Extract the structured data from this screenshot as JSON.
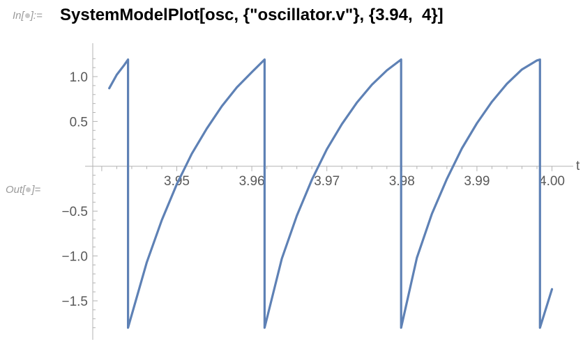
{
  "cell": {
    "in_prefix": "In[",
    "in_suffix": "]:=",
    "out_prefix": "Out[",
    "out_suffix": "]=",
    "code": "SystemModelPlot[osc, {\"oscillator.v\"}, {3.94,  4}]"
  },
  "colors": {
    "series": "#5e81b5",
    "axis": "#b3b3b3",
    "tick_text": "#595959",
    "label_gray": "#9a9a9a"
  },
  "chart_data": {
    "type": "line",
    "xlabel": "t",
    "ylabel": "",
    "xlim": [
      3.94,
      4.0
    ],
    "ylim": [
      -1.9,
      1.3
    ],
    "x_ticks": [
      3.95,
      3.96,
      3.97,
      3.98,
      3.99,
      4.0
    ],
    "x_tick_labels": [
      "3.95",
      "3.96",
      "3.97",
      "3.98",
      "3.99",
      "4.00"
    ],
    "y_ticks": [
      1.0,
      0.5,
      -0.5,
      -1.0,
      -1.5
    ],
    "y_tick_labels": [
      "1.0",
      "0.5",
      "−0.5",
      "−1.0",
      "−1.5"
    ],
    "grid": false,
    "series": [
      {
        "name": "oscillator.v",
        "x": [
          3.941,
          3.942,
          3.943,
          3.9435,
          3.9435,
          3.946,
          3.948,
          3.95,
          3.952,
          3.954,
          3.956,
          3.958,
          3.96,
          3.9617,
          3.9617,
          3.964,
          3.966,
          3.968,
          3.97,
          3.972,
          3.974,
          3.976,
          3.978,
          3.9799,
          3.9799,
          3.982,
          3.984,
          3.986,
          3.988,
          3.99,
          3.992,
          3.994,
          3.996,
          3.998,
          3.9984,
          3.9984,
          4.0
        ],
        "y": [
          0.87,
          1.02,
          1.13,
          1.19,
          -1.8,
          -1.07,
          -0.6,
          -0.2,
          0.14,
          0.42,
          0.67,
          0.88,
          1.05,
          1.19,
          -1.8,
          -1.03,
          -0.55,
          -0.15,
          0.19,
          0.47,
          0.71,
          0.91,
          1.07,
          1.19,
          -1.8,
          -1.02,
          -0.53,
          -0.14,
          0.2,
          0.48,
          0.72,
          0.92,
          1.08,
          1.18,
          1.19,
          -1.8,
          -1.37
        ]
      }
    ]
  }
}
